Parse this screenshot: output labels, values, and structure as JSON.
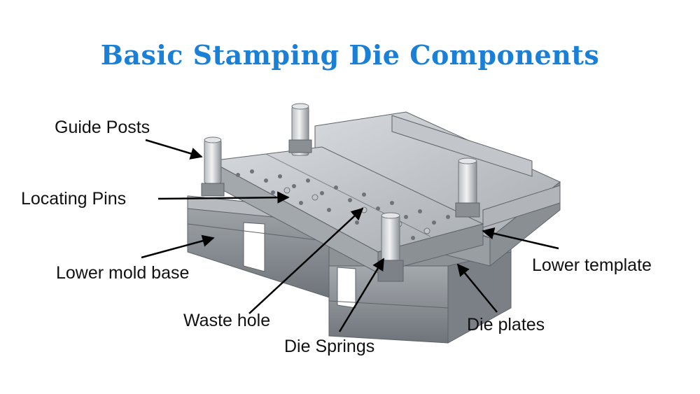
{
  "title": "Basic Stamping Die Components",
  "labels": {
    "guide_posts": "Guide Posts",
    "locating_pins": "Locating Pins",
    "lower_mold_base": "Lower mold base",
    "waste_hole": "Waste hole",
    "die_springs": "Die Springs",
    "die_plates": "Die plates",
    "lower_template": "Lower template"
  },
  "colors": {
    "title": "#1a7fd6",
    "label_text": "#111111",
    "arrow": "#000000",
    "steel_light": "#c9ccd0",
    "steel_mid": "#9ea3a9",
    "steel_dark": "#6f747a"
  }
}
